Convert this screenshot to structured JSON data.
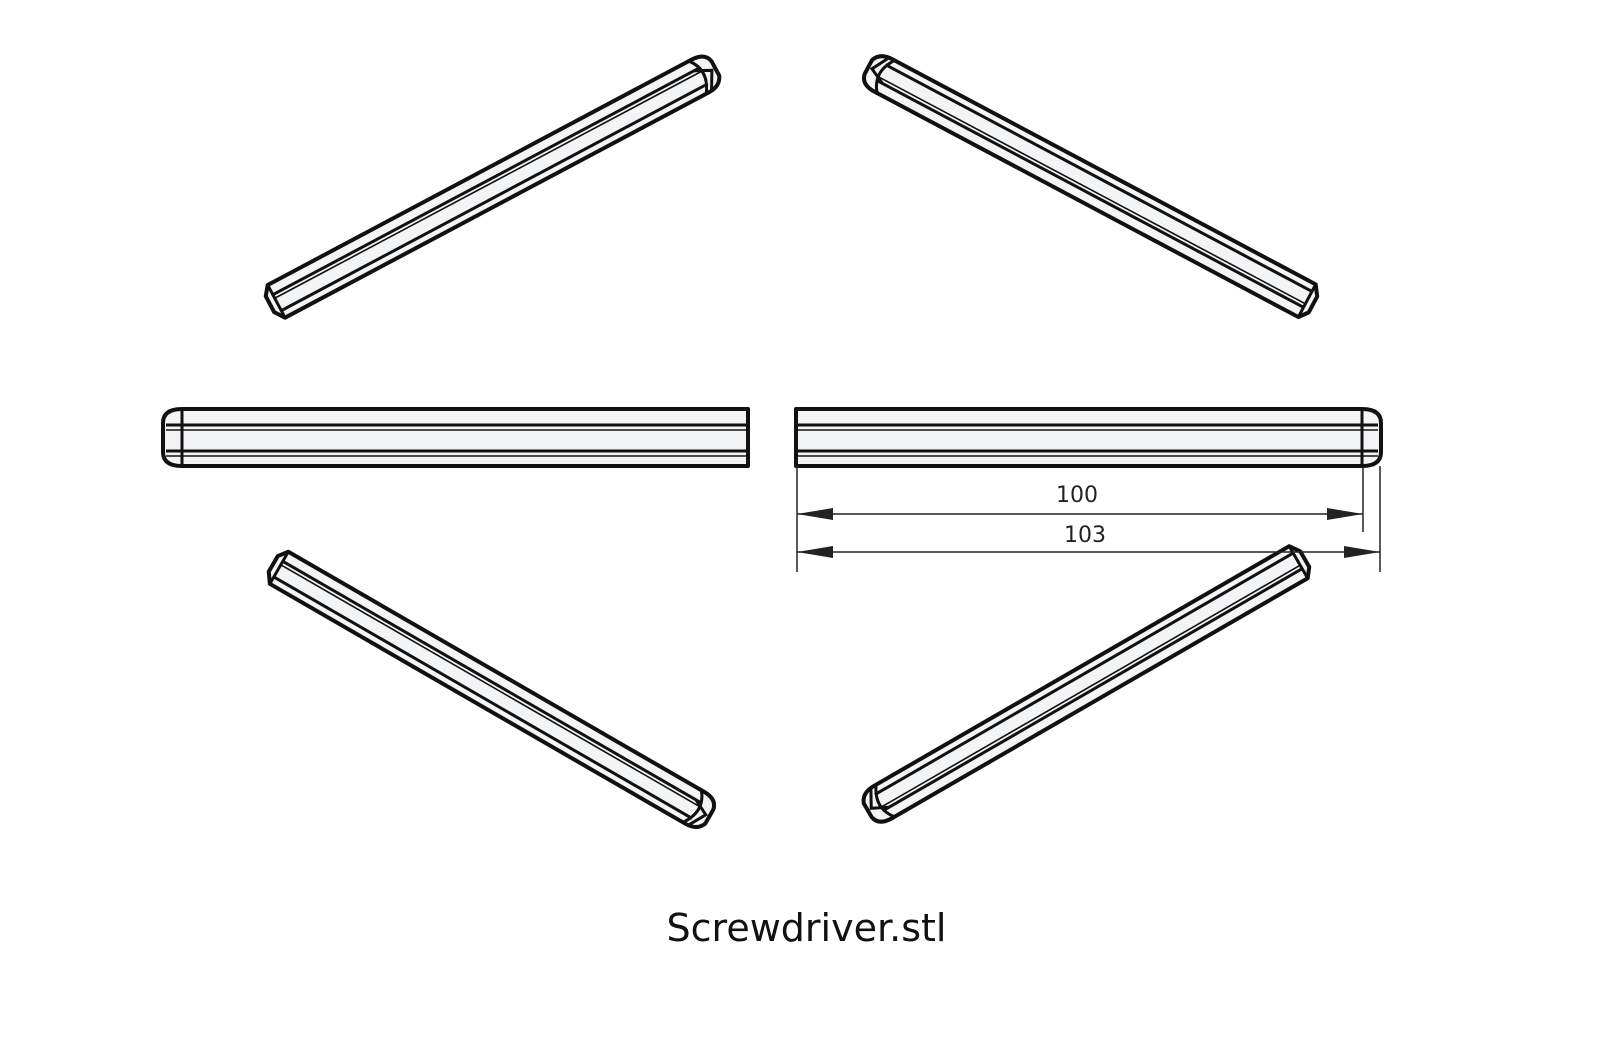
{
  "drawing": {
    "title": "Screwdriver.stl",
    "views": [
      "isometric-top-left",
      "isometric-top-right",
      "side-left",
      "side-right",
      "isometric-bottom-left",
      "isometric-bottom-right"
    ],
    "dimensions": [
      {
        "label": "100",
        "value": 100
      },
      {
        "label": "103",
        "value": 103
      }
    ],
    "colors": {
      "line": "#111111",
      "fill": "#f3f4f6"
    }
  }
}
